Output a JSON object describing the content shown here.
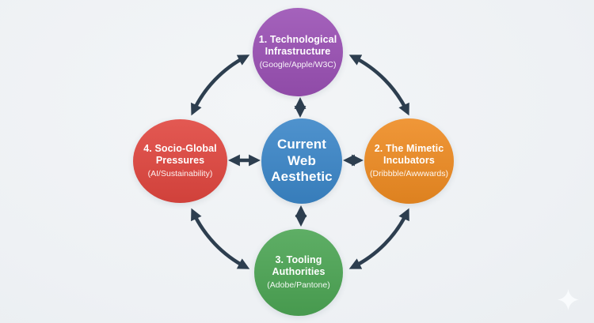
{
  "canvas": {
    "background_center": "#f3f5f7",
    "background_edge": "#e6eaee"
  },
  "arrows": {
    "color": "#2d3e4f",
    "style": "bidirectional"
  },
  "center_node": {
    "label": "Current Web Aesthetic",
    "lines": [
      "Current",
      "Web",
      "Aesthetic"
    ],
    "color": "#3b86c8"
  },
  "nodes": [
    {
      "id": "technological-infrastructure",
      "position": "top",
      "title": "1. Technological Infrastructure",
      "title_lines": [
        "1. Technological",
        "Infrastructure"
      ],
      "subtitle": "(Google/Apple/W3C)",
      "color": "#9a50b4"
    },
    {
      "id": "mimetic-incubators",
      "position": "right",
      "title": "2. The Mimetic Incubators",
      "title_lines": [
        "2. The Mimetic",
        "Incubators"
      ],
      "subtitle": "(Dribbble/Awwwards)",
      "color": "#ee8b22"
    },
    {
      "id": "tooling-authorities",
      "position": "bottom",
      "title": "3. Tooling Authorities",
      "title_lines": [
        "3. Tooling",
        "Authorities"
      ],
      "subtitle": "(Adobe/Pantone)",
      "color": "#4ca554"
    },
    {
      "id": "socio-global-pressures",
      "position": "left",
      "title": "4. Socio-Global Pressures",
      "title_lines": [
        "4. Socio-Global",
        "Pressures"
      ],
      "subtitle": "(AI/Sustainability)",
      "color": "#e0463f"
    }
  ],
  "watermark": {
    "icon": "sparkle",
    "color": "#fbfdfe"
  }
}
